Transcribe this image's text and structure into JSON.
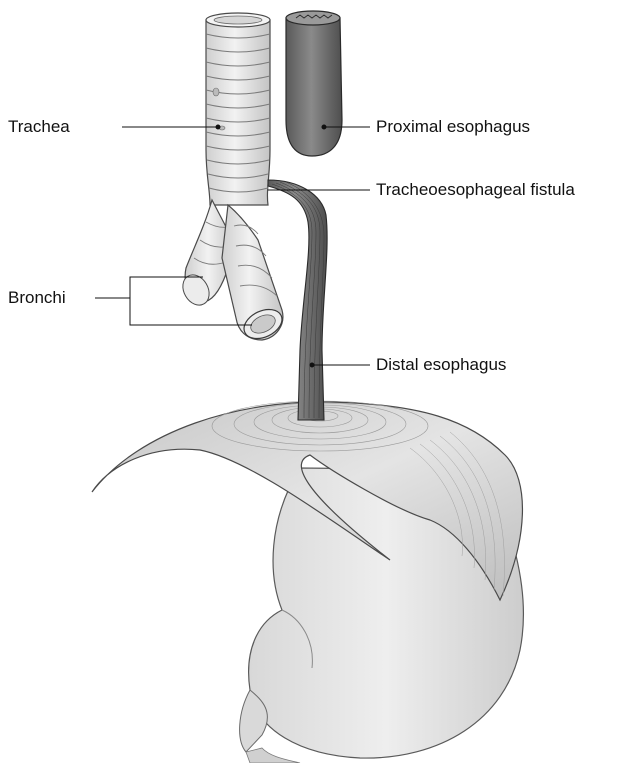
{
  "labels": {
    "trachea": "Trachea",
    "proximal_esophagus": "Proximal esophagus",
    "fistula": "Tracheoesophageal fistula",
    "bronchi": "Bronchi",
    "distal_esophagus": "Distal esophagus"
  },
  "colors": {
    "background": "#ffffff",
    "tissue_light": "#e3e3e3",
    "tissue_mid": "#c8c8c8",
    "esophagus": "#6e6e6e",
    "outline": "#2a2a2a",
    "leader_line": "#111111"
  }
}
